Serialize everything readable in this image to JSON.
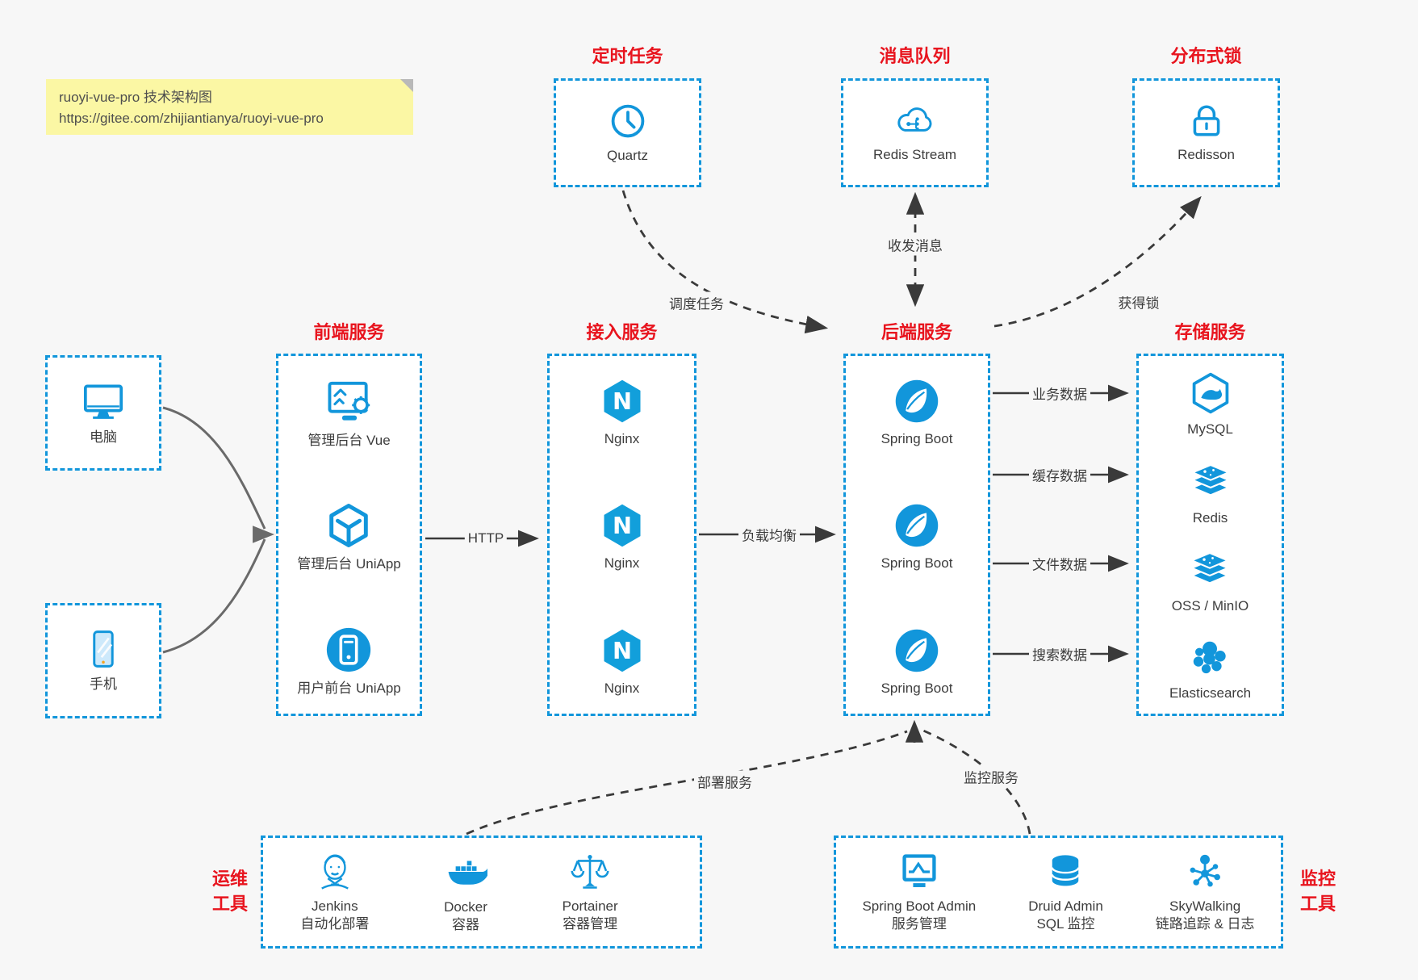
{
  "note": {
    "title": "ruoyi-vue-pro 技术架构图",
    "url": "https://gitee.com/zhijiantianya/ruoyi-vue-pro"
  },
  "colors": {
    "accent_blue": "#1296db",
    "title_red": "#e8141e",
    "page_bg": "#f7f7f7",
    "box_bg": "#ffffff",
    "note_bg": "#fbf7a4",
    "arrow_dark": "#3a3a3a",
    "arrow_gray": "#6a6a6a",
    "label_text": "#3d3d3d"
  },
  "top_groups": [
    {
      "title": "定时任务",
      "item": {
        "label": "Quartz",
        "icon": "clock-icon"
      }
    },
    {
      "title": "消息队列",
      "item": {
        "label": "Redis Stream",
        "icon": "cloud-stream-icon"
      }
    },
    {
      "title": "分布式锁",
      "item": {
        "label": "Redisson",
        "icon": "lock-icon"
      }
    }
  ],
  "clients": [
    {
      "label": "电脑",
      "icon": "desktop-icon"
    },
    {
      "label": "手机",
      "icon": "mobile-icon"
    }
  ],
  "columns": [
    {
      "title": "前端服务",
      "items": [
        {
          "label": "管理后台 Vue",
          "icon": "admin-vue-icon"
        },
        {
          "label": "管理后台 UniApp",
          "icon": "uniapp-cube-icon"
        },
        {
          "label": "用户前台 UniApp",
          "icon": "user-app-icon"
        }
      ]
    },
    {
      "title": "接入服务",
      "items": [
        {
          "label": "Nginx",
          "icon": "nginx-icon"
        },
        {
          "label": "Nginx",
          "icon": "nginx-icon"
        },
        {
          "label": "Nginx",
          "icon": "nginx-icon"
        }
      ]
    },
    {
      "title": "后端服务",
      "items": [
        {
          "label": "Spring Boot",
          "icon": "spring-leaf-icon"
        },
        {
          "label": "Spring Boot",
          "icon": "spring-leaf-icon"
        },
        {
          "label": "Spring Boot",
          "icon": "spring-leaf-icon"
        }
      ]
    },
    {
      "title": "存储服务",
      "items": [
        {
          "label": "MySQL",
          "icon": "mysql-dolphin-icon"
        },
        {
          "label": "Redis",
          "icon": "redis-stack-icon"
        },
        {
          "label": "OSS / MinIO",
          "icon": "storage-stack-icon"
        },
        {
          "label": "Elasticsearch",
          "icon": "elasticsearch-cluster-icon"
        }
      ]
    }
  ],
  "edges": {
    "http": "HTTP",
    "load_balance": "负载均衡",
    "schedule": "调度任务",
    "message": "收发消息",
    "lock": "获得锁",
    "business_data": "业务数据",
    "cache_data": "缓存数据",
    "file_data": "文件数据",
    "search_data": "搜索数据",
    "deploy": "部署服务",
    "monitor": "监控服务"
  },
  "bottom_groups": [
    {
      "side_label": "运维\n工具",
      "items": [
        {
          "label": "Jenkins",
          "sublabel": "自动化部署",
          "icon": "jenkins-icon"
        },
        {
          "label": "Docker",
          "sublabel": "容器",
          "icon": "docker-whale-icon"
        },
        {
          "label": "Portainer",
          "sublabel": "容器管理",
          "icon": "scales-icon"
        }
      ]
    },
    {
      "side_label": "监控\n工具",
      "items": [
        {
          "label": "Spring Boot Admin",
          "sublabel": "服务管理",
          "icon": "monitor-chart-icon"
        },
        {
          "label": "Druid Admin",
          "sublabel": "SQL 监控",
          "icon": "database-icon"
        },
        {
          "label": "SkyWalking",
          "sublabel": "链路追踪 & 日志",
          "icon": "topology-icon"
        }
      ]
    }
  ]
}
